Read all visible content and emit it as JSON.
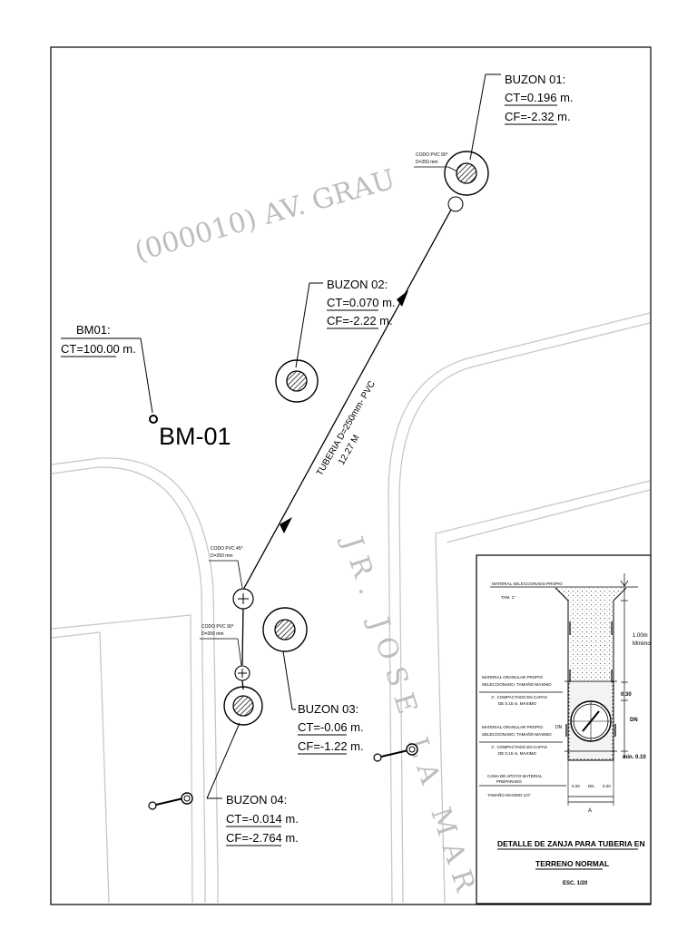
{
  "streets": {
    "av_grau": "(000010) AV. GRAU",
    "jr_jose_la_mar": "JR. JOSE LA MAR"
  },
  "benchmark": {
    "title": "BM01:",
    "ct": "CT=100.00 m.",
    "big_label": "BM-01"
  },
  "manholes": [
    {
      "name": "BUZON 01:",
      "ct": "CT=0.196 m.",
      "cf": "CF=-2.32 m."
    },
    {
      "name": "BUZON 02:",
      "ct": "CT=0.070 m.",
      "cf": "CF=-2.22 m."
    },
    {
      "name": "BUZON 03:",
      "ct": "CT=-0.06 m.",
      "cf": "CF=-1.22 m."
    },
    {
      "name": "BUZON 04:",
      "ct": "CT=-0.014 m.",
      "cf": "CF=-2.764 m."
    }
  ],
  "fittings": [
    {
      "line1": "CODO PVC 90°",
      "line2": "D=250 mm"
    },
    {
      "line1": "CODO PVC 45°",
      "line2": "D=250 mm"
    },
    {
      "line1": "CODO PVC 90°",
      "line2": "D=250 mm"
    }
  ],
  "pipe": {
    "label1": "TUBERIA D=250mm- PVC",
    "label2": "12.27 M"
  },
  "detail": {
    "title1": "DETALLE DE ZANJA PARA TUBERIA EN",
    "title2": "TERRENO NORMAL",
    "scale": "ESC. 1/20",
    "top_note1": "MATERIAL SELECCIONADO PROPIO",
    "top_note2": "TAM. 1\"",
    "dim_depth1": "1.00m",
    "dim_depth2": "Mínimo",
    "dim_030": "0.30",
    "dim_dn": "DN",
    "dim_min010": "min. 0.10",
    "note_a1": "MATERIAL GRANULAR PROPIO",
    "note_a2": "SELECCIONADO, TAMAÑO MAXIMO",
    "note_a3": "1\", COMPACTADO EN CAPAS",
    "note_a4": "DE 0.15 m. MAXIMO",
    "note_b1": "MATERIAL GRANULAR PROPIO",
    "note_b2": "SELECCIONADO, TAMAÑO MAXIMO",
    "note_b3": "1\", COMPACTADO EN CAPAS",
    "note_b4": "DE 0.15 m. MAXIMO",
    "note_c1": "CAMA DE APOYO MATERIAL",
    "note_c2": "PREPARADO",
    "note_c3": "TAMAÑO MAXIMO 1/4\"",
    "dim_w1": "0.20",
    "dim_w2": "DN",
    "dim_w3": "0.20",
    "dim_a": "A",
    "dim_dn2": "DN"
  }
}
